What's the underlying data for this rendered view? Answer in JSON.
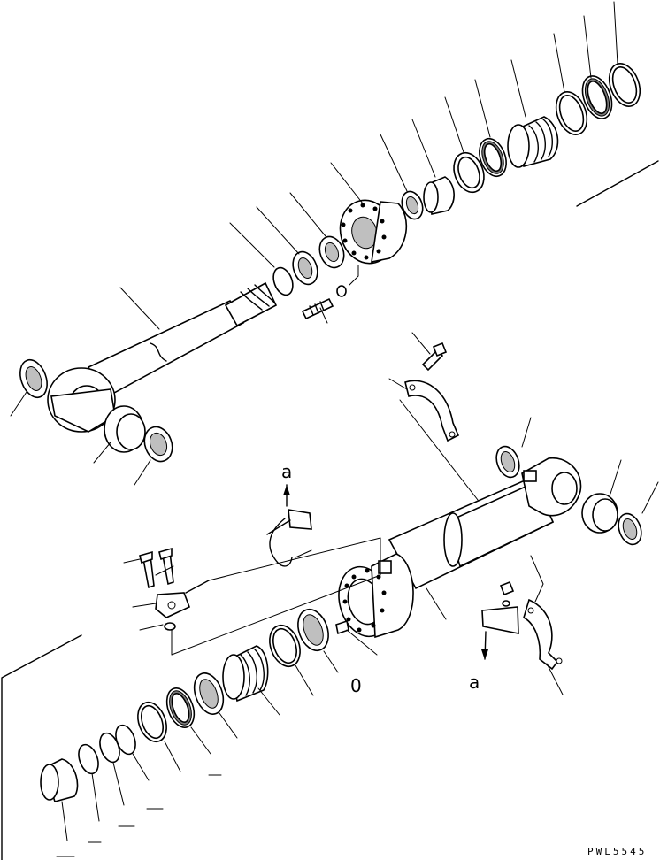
{
  "diagram": {
    "callout_labels": [
      "a",
      "a"
    ],
    "index_mark": "0",
    "drawing_code": "PWL5545"
  }
}
